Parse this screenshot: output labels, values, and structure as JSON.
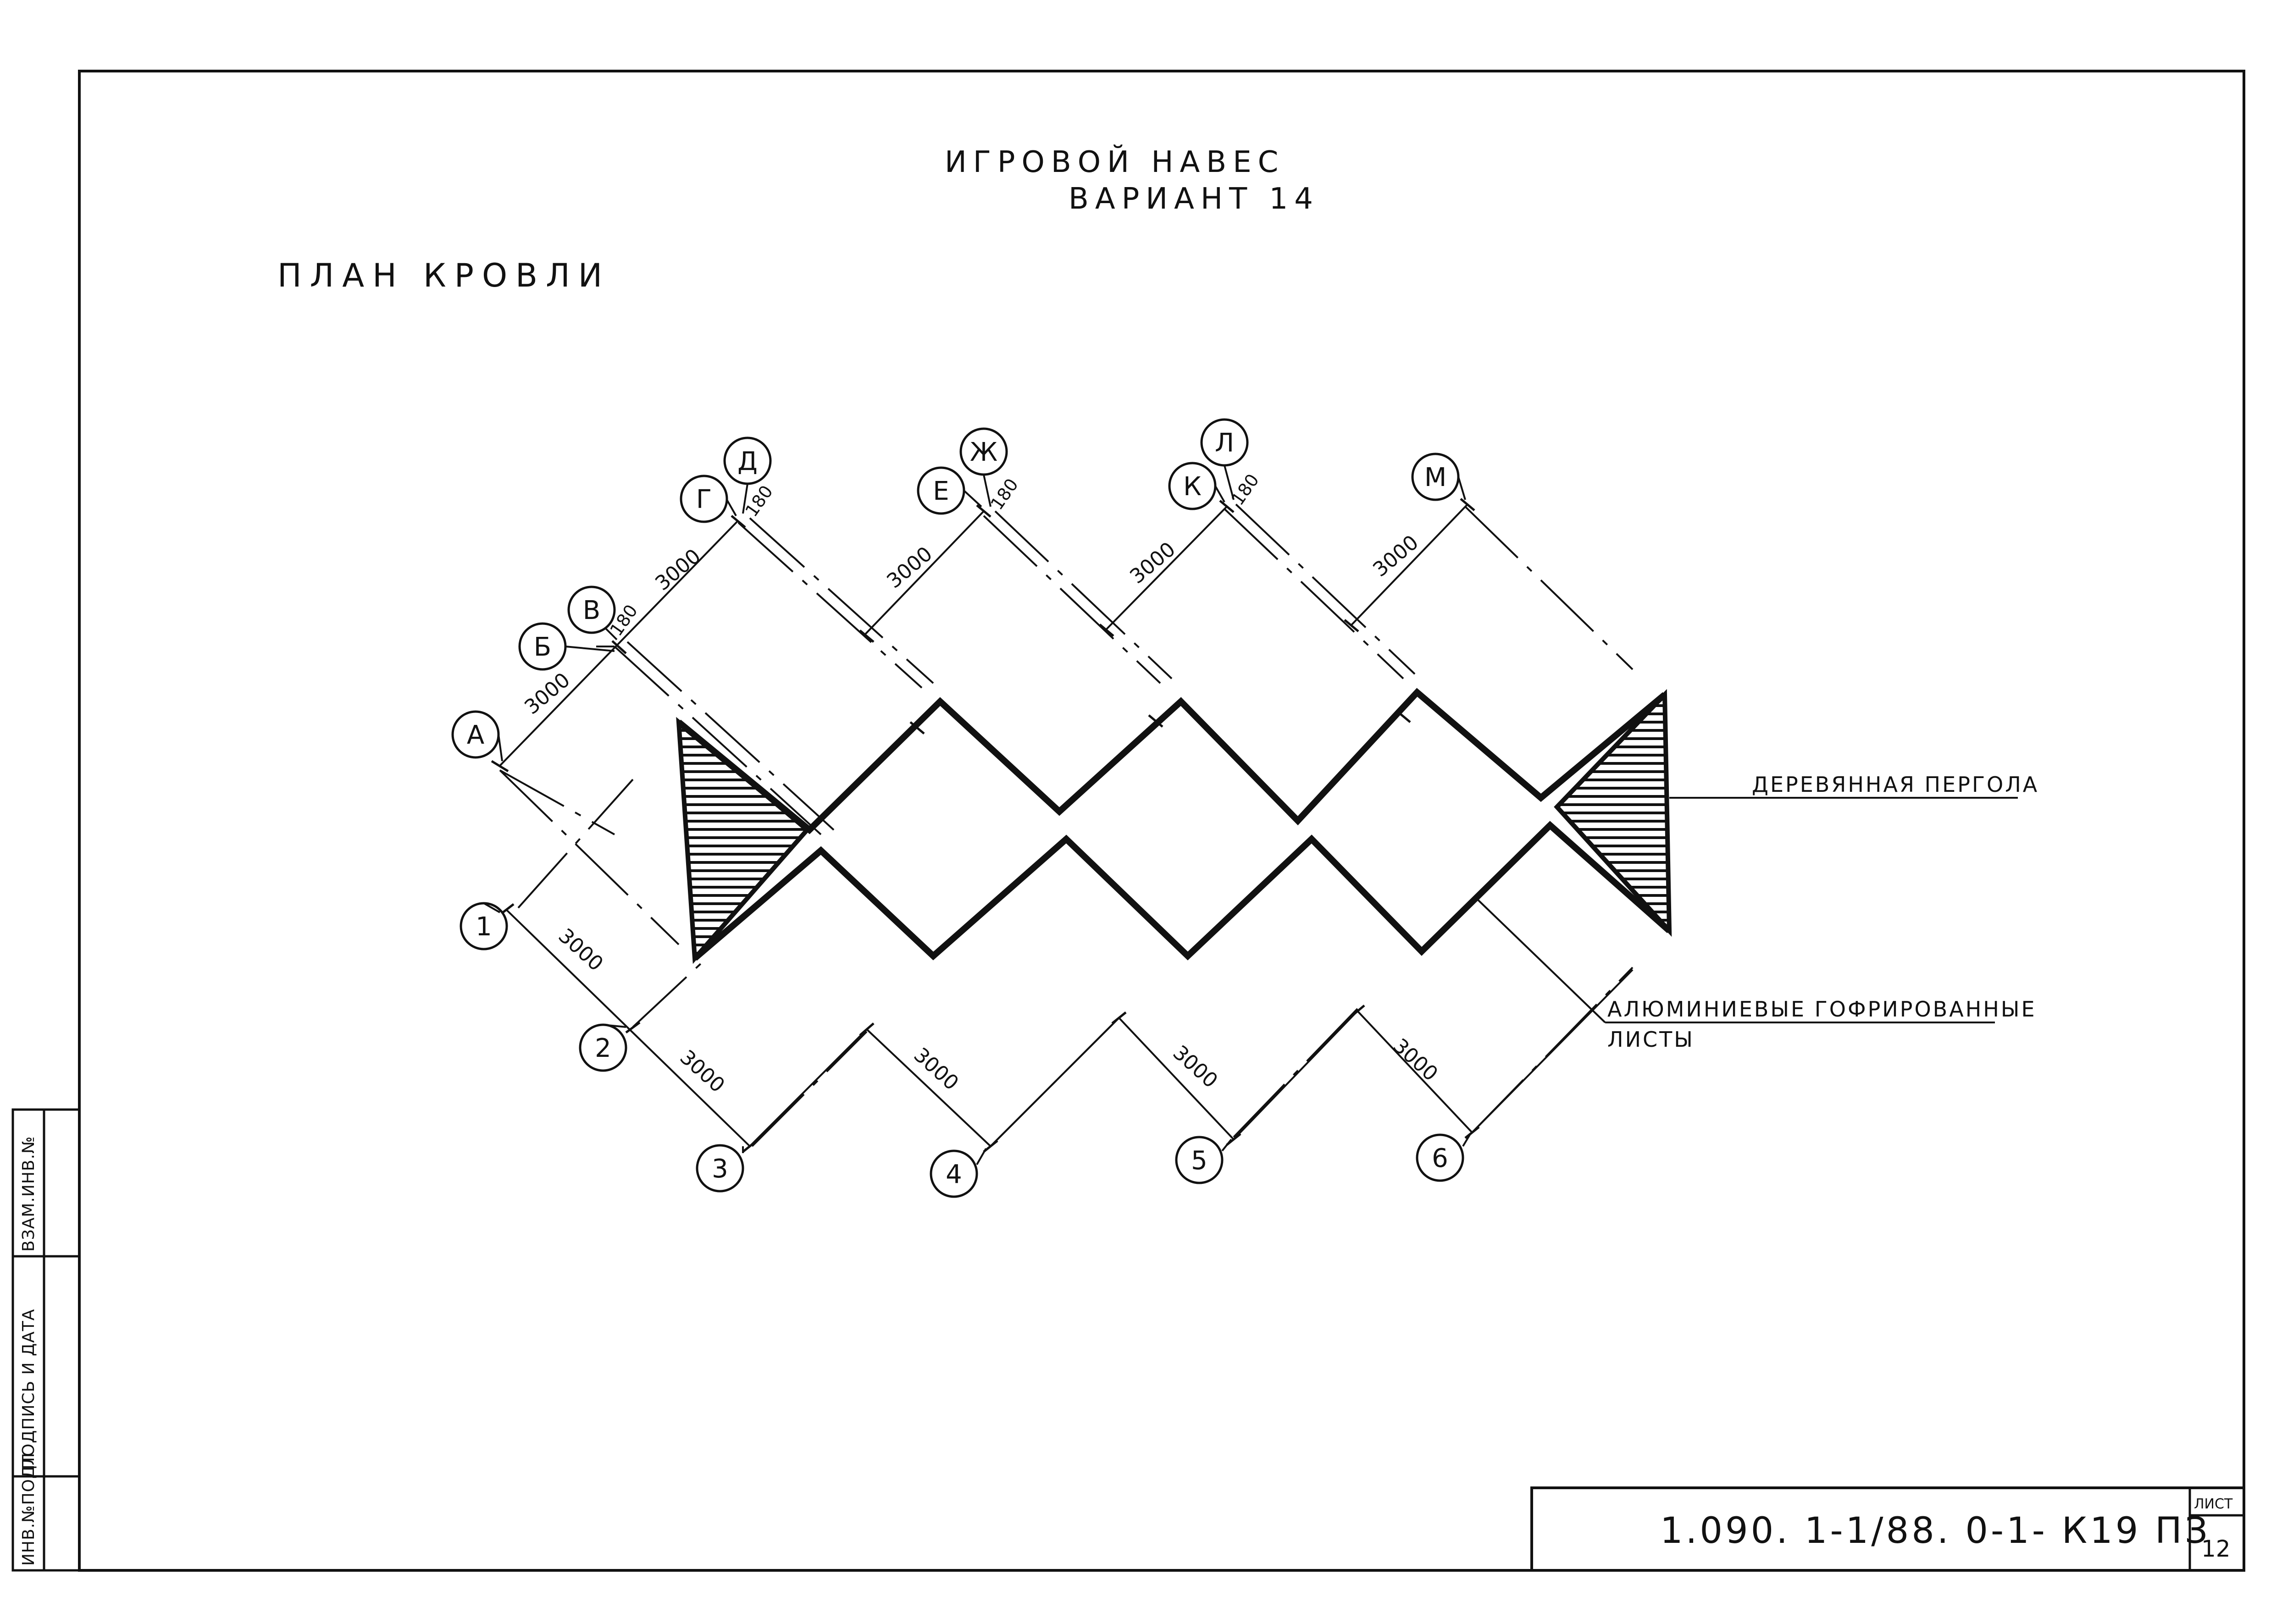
{
  "drawing": {
    "title": "ИГРОВОЙ НАВЕС",
    "subtitle": "ВАРИАНТ 14",
    "plan_label": "ПЛАН КРОВЛИ"
  },
  "axes": {
    "upper": [
      "А",
      "Б",
      "В",
      "Г",
      "Д",
      "Е",
      "Ж",
      "К",
      "Л",
      "М"
    ],
    "lower": [
      "1",
      "2",
      "3",
      "4",
      "5",
      "6"
    ]
  },
  "dimensions": {
    "span": "3000",
    "offset": "180"
  },
  "notes": {
    "pergola": "ДЕРЕВЯННАЯ ПЕРГОЛА",
    "sheets_line1": "АЛЮМИНИЕВЫЕ ГОФРИРОВАННЫЕ",
    "sheets_line2": "ЛИСТЫ"
  },
  "title_block": {
    "code": "1.090. 1-1/88. 0-1- К19 ПЗ",
    "sheet_label": "ЛИСТ",
    "sheet_number": "12"
  },
  "side_stamp": {
    "col1": "ИНВ.№ПОДЛ",
    "col2": "ПОДПИСЬ И ДАТА",
    "col3": "ВЗАМ.ИНВ.№"
  },
  "colors": {
    "ink": "#111111",
    "paper": "#ffffff"
  }
}
